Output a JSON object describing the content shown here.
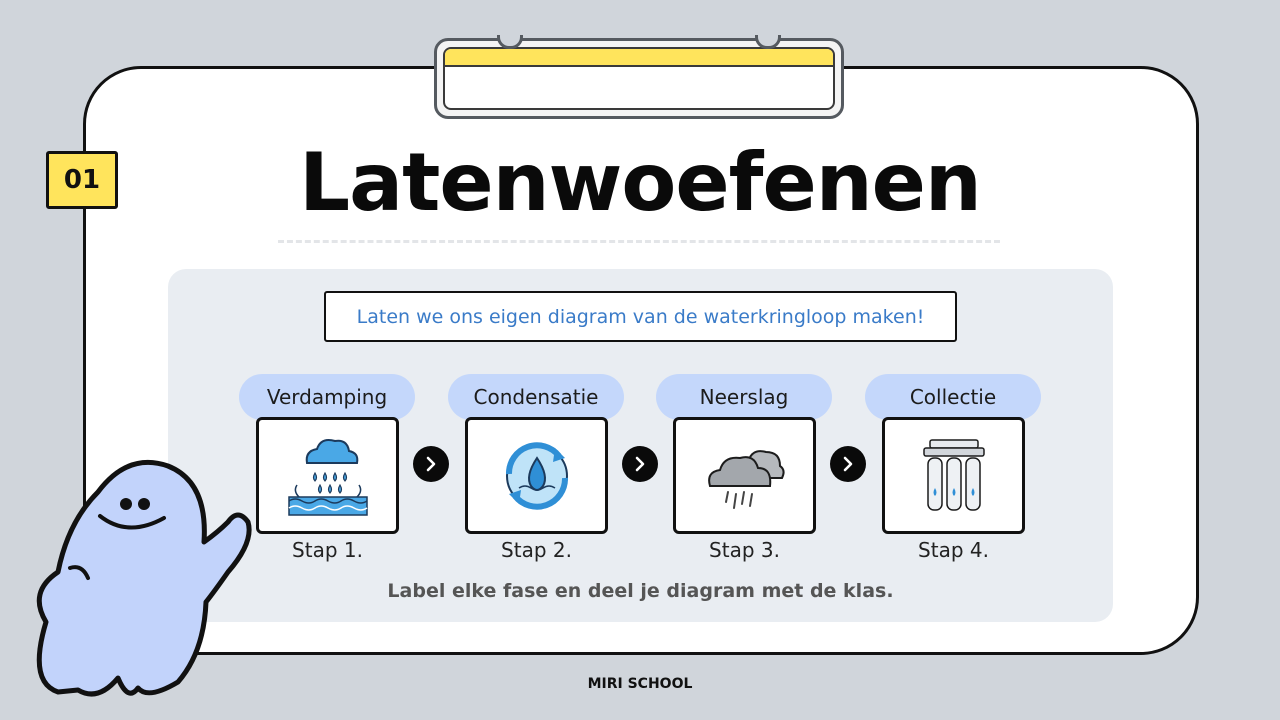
{
  "badge": {
    "number": "01"
  },
  "title": "Latenwoefenen",
  "instruction": "Laten we ons eigen diagram van de waterkringloop maken!",
  "steps": [
    {
      "label": "Verdamping",
      "caption": "Stap 1.",
      "icon": "evaporation-icon"
    },
    {
      "label": "Condensatie",
      "caption": "Stap 2.",
      "icon": "condensation-icon"
    },
    {
      "label": "Neerslag",
      "caption": "Stap 3.",
      "icon": "precipitation-icon"
    },
    {
      "label": "Collectie",
      "caption": "Stap 4.",
      "icon": "collection-icon"
    }
  ],
  "footer_note": "Label elke fase en deel je diagram met de klas.",
  "brand": "MIRI SCHOOL",
  "colors": {
    "background": "#d0d5db",
    "accent_yellow": "#ffe45c",
    "label_blue": "#c4d7fb",
    "instruction_text": "#3a7bc8",
    "mascot": "#c2d3fb"
  }
}
